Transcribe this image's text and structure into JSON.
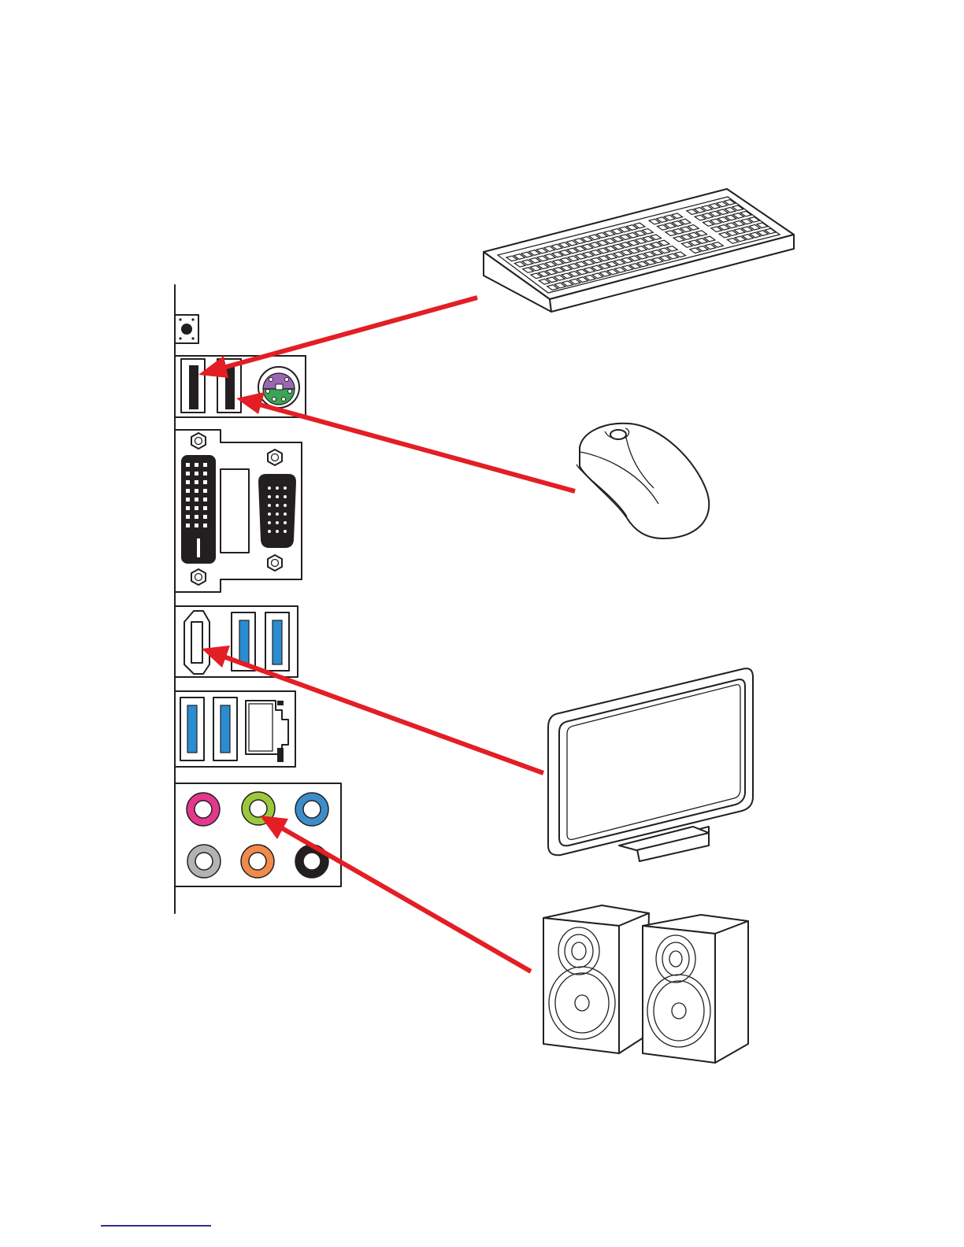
{
  "colors": {
    "outline": "#231f20",
    "arrow": "#e31e24",
    "ps2_port": "#9b67b2",
    "ps2_pins": "#3aa655",
    "usb3_tab": "#2a8dd1",
    "footer_rule": "#2e3192",
    "audio_pink": "#e4388c",
    "audio_lime": "#9cc93b",
    "audio_blue": "#3c8ecb",
    "audio_gray": "#b1b3b5",
    "audio_orange": "#f08a4b",
    "audio_black": "#231f20"
  },
  "icons": {
    "keyboard": "keyboard-icon",
    "mouse": "mouse-icon",
    "monitor": "monitor-icon",
    "speakers": "speakers-icon"
  },
  "io_panel": {
    "ports": [
      "clear-cmos-button",
      "usb-2-port",
      "usb-2-port",
      "ps2-port",
      "dvi-port",
      "vga-port",
      "hdmi-port",
      "usb-3-port",
      "usb-3-port",
      "usb-3-port",
      "usb-3-port",
      "lan-port",
      "audio-jack-pink",
      "audio-jack-lime",
      "audio-jack-blue",
      "audio-jack-gray",
      "audio-jack-orange",
      "audio-jack-black"
    ]
  },
  "connections": [
    {
      "from": "keyboard",
      "to": "usb-2-port"
    },
    {
      "from": "mouse",
      "to": "usb-2-port"
    },
    {
      "from": "monitor",
      "to": "hdmi-port"
    },
    {
      "from": "speakers",
      "to": "audio-jack-lime"
    }
  ]
}
